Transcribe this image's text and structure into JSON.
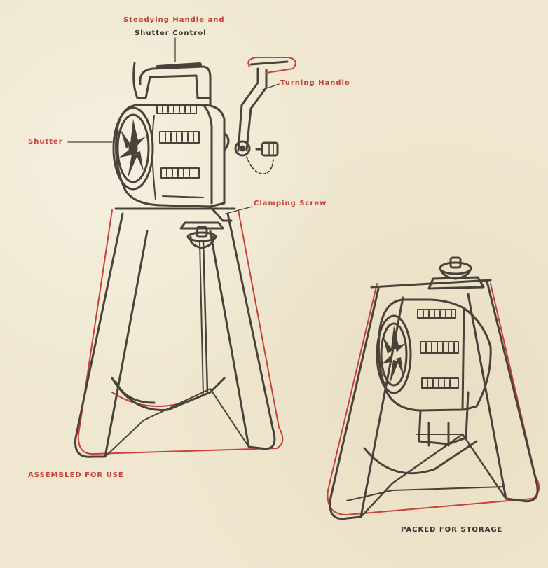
{
  "callouts": {
    "steadying_handle": "Steadying Handle and",
    "shutter_control": "Shutter Control",
    "turning_handle": "Turning Handle",
    "shutter": "Shutter",
    "clamping_screw": "Clamping Screw"
  },
  "captions": {
    "assembled": "ASSEMBLED FOR USE",
    "packed": "PACKED FOR STORAGE"
  },
  "colors": {
    "ink": "#4a423a",
    "accent": "#c8403a",
    "paper": "#efe7cf"
  }
}
